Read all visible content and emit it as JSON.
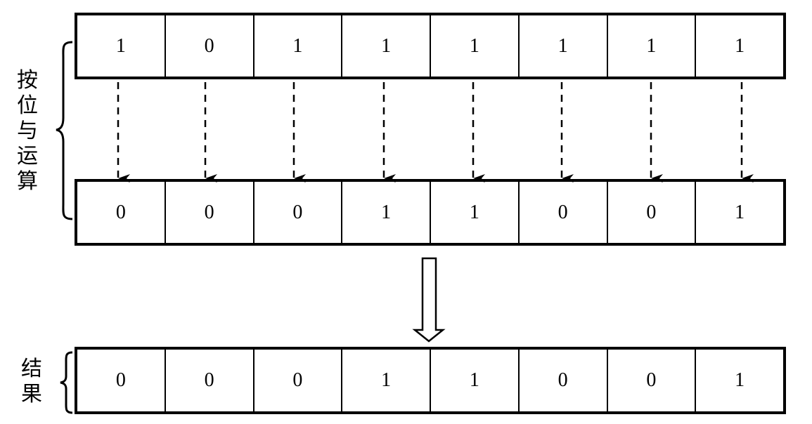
{
  "operand_a": [
    "1",
    "0",
    "1",
    "1",
    "1",
    "1",
    "1",
    "1"
  ],
  "operand_b": [
    "0",
    "0",
    "0",
    "1",
    "1",
    "0",
    "0",
    "1"
  ],
  "result": [
    "0",
    "0",
    "0",
    "1",
    "1",
    "0",
    "0",
    "1"
  ],
  "labels": {
    "operation": [
      "按",
      "位",
      "与",
      "运",
      "算"
    ],
    "result": [
      "结",
      "果"
    ]
  }
}
